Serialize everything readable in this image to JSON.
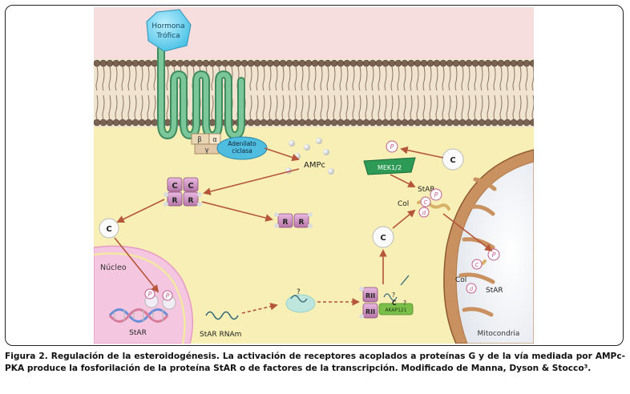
{
  "labels": {
    "hormone": [
      "Hormona",
      "Trófica"
    ],
    "beta": "β",
    "alpha": "α",
    "gamma": "γ",
    "adenylate": [
      "Adenilato",
      "ciclasa"
    ],
    "ampc": "AMPc",
    "c": "C",
    "r": "R",
    "rii": "RII",
    "p": "P",
    "d": "d",
    "q": "?",
    "nucleus": "Núcleo",
    "star": "StAR",
    "star_rna": "StAR RNAm",
    "mek": "MEK1/2",
    "col": "Col",
    "akap": "AKAP121",
    "mito": "Mitocondria"
  },
  "caption": "Figura 2. Regulación de la esteroidogénesis. La activación de receptores acoplados a proteínas G y de la vía mediada por AMPc-PKA produce la fosforilación de la proteína StAR o de factores de la transcripción. Modificado de Manna, Dyson & Stocco³.",
  "colors": {
    "background_top": "#f6dede",
    "cytoplasm": "#f7efb5",
    "membrane": "#6e5a4a",
    "receptor": "#5fae7c",
    "arrow": "#b5553a",
    "subunit": "#c98fc0",
    "nucleus": "#f4c6e0",
    "mitochondria": "#c99060"
  }
}
